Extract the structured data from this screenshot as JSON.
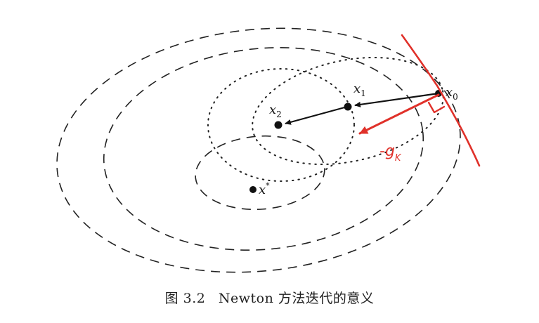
{
  "points": {
    "x0": {
      "base": "x",
      "sub": "0"
    },
    "x1": {
      "base": "x",
      "sub": "1"
    },
    "x2": {
      "base": "x",
      "sub": "2"
    },
    "xstar": {
      "base": "x",
      "sup": "*"
    }
  },
  "annotation": {
    "gradient_label": "-g",
    "gradient_sub": "K",
    "color": "#e0312a"
  },
  "caption": {
    "figure_number": "图 3.2",
    "text": "Newton 方法迭代的意义"
  }
}
